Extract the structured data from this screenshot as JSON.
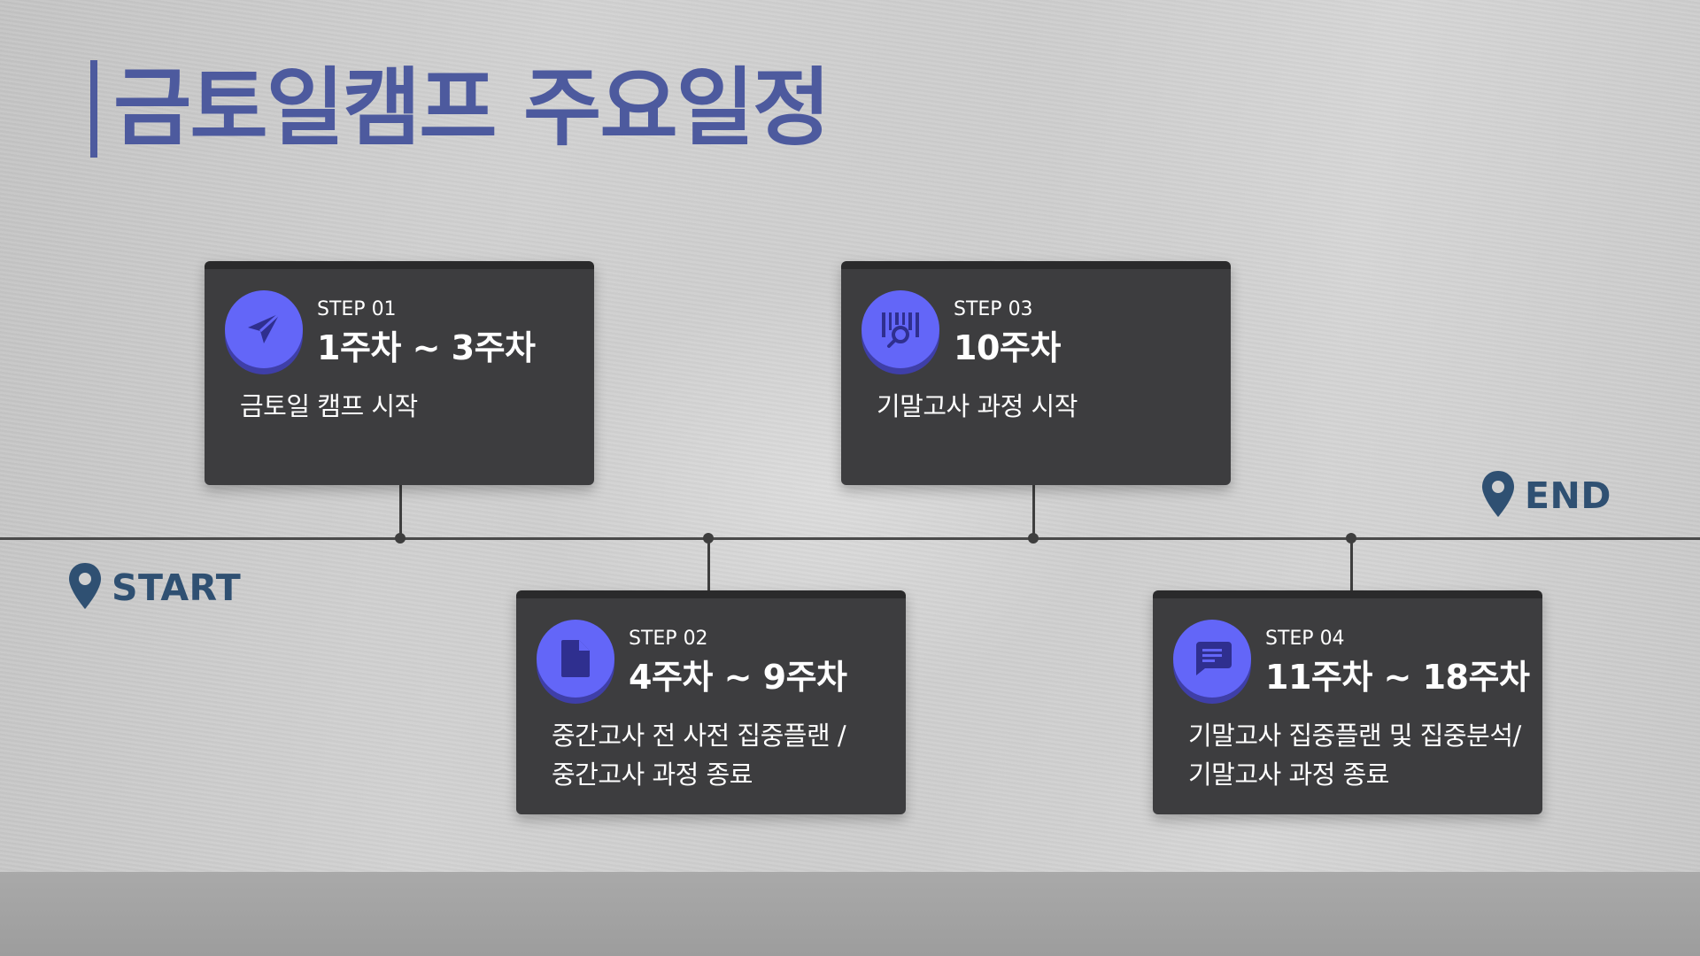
{
  "title": "금토일캠프 주요일정",
  "markers": {
    "start": {
      "label": "START",
      "icon": "location-pin-icon"
    },
    "end": {
      "label": "END",
      "icon": "location-pin-icon"
    }
  },
  "colors": {
    "title": "#4d5a9e",
    "marker": "#2f5072",
    "card": "#3d3d3f",
    "icon_circle": "#6366f8",
    "timeline": "#4a4a4a"
  },
  "steps": [
    {
      "label": "STEP 01",
      "period": "1주차 ~ 3주차",
      "description": "금토일 캠프 시작",
      "icon": "paper-plane-icon"
    },
    {
      "label": "STEP 02",
      "period": "4주차 ~ 9주차",
      "description": "중간고사 전 사전 집중플랜 /\n중간고사 과정 종료",
      "icon": "document-icon"
    },
    {
      "label": "STEP 03",
      "period": "10주차",
      "description": "기말고사 과정 시작",
      "icon": "barcode-search-icon"
    },
    {
      "label": "STEP 04",
      "period": "11주차 ~ 18주차",
      "description": "기말고사 집중플랜 및 집중분석/\n기말고사 과정 종료",
      "icon": "chat-bubble-icon"
    }
  ]
}
